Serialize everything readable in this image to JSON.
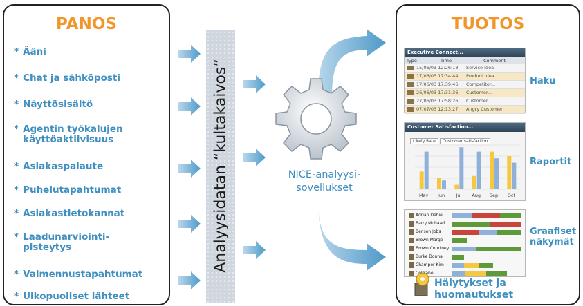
{
  "input_box": {
    "title": "PANOS",
    "items": [
      {
        "star": "*",
        "label": "Ääni"
      },
      {
        "star": "*",
        "label": "Chat ja sähköposti"
      },
      {
        "star": "*",
        "label": "Näyttösisältö"
      },
      {
        "star": "*",
        "label": "Agentin työkalujen käyttöaktiivisuus"
      },
      {
        "star": "*",
        "label": "Asiakaspalaute"
      },
      {
        "star": "*",
        "label": "Puhelutapahtumat"
      },
      {
        "star": "*",
        "label": "Asiakastietokannat"
      },
      {
        "star": "*",
        "label": "Laadunarviointi-pisteytys"
      },
      {
        "star": "*",
        "label": "Valmennustapahtumat"
      },
      {
        "star": "*",
        "label": "Ulkopuoliset lähteet"
      }
    ]
  },
  "middle": {
    "column_text": "Analyysidatan “kultakaivos”",
    "caption_line1": "NICE-analyysi-",
    "caption_line2": "sovellukset"
  },
  "output_box": {
    "title": "TUOTOS",
    "labels": {
      "search": "Haku",
      "reports": "Raportit",
      "graph_line1": "Graafiset",
      "graph_line2": "näkymät",
      "alerts_line1": "Hälytykset ja",
      "alerts_line2": "huomautukset"
    },
    "search_panel": {
      "title": "Executive Connect...",
      "columns": [
        "Type",
        "Time",
        "Comment"
      ],
      "rows": [
        {
          "time": "15/06/03 12:26:18",
          "comment": "Service Idea"
        },
        {
          "time": "17/06/03 17:34:44",
          "comment": "Product Idea"
        },
        {
          "time": "17/06/03 17:39:46",
          "comment": "Competitor..."
        },
        {
          "time": "26/06/03 17:31:36",
          "comment": "Customer..."
        },
        {
          "time": "27/06/03 17:58:26",
          "comment": "Customer..."
        },
        {
          "time": "07/07/03 12:13:27",
          "comment": "Angry Customer"
        }
      ]
    },
    "report_panel": {
      "title": "Customer Satisfaction...",
      "legend": [
        "Likely Rate",
        "Customer satisfaction"
      ]
    },
    "graph_panel": {
      "names": [
        "Adrian Debie",
        "Barry Muhaad",
        "Benson Jobs",
        "Brown Marge",
        "Brown Courtney",
        "Burke Donna",
        "Champer Kim",
        "Coltrane"
      ]
    }
  },
  "chart_data": {
    "type": "bar",
    "categories": [
      "May",
      "Jun",
      "Jul",
      "Aug",
      "Sep",
      "Oct"
    ],
    "series": [
      {
        "name": "Likely Rate",
        "values": [
          40,
          25,
          10,
          30,
          85,
          75
        ]
      },
      {
        "name": "Customer satisfaction",
        "values": [
          85,
          20,
          95,
          85,
          70,
          60
        ]
      }
    ],
    "ylim": [
      0,
      100
    ]
  },
  "colors": {
    "accent_orange": "#f0962a",
    "text_blue": "#3f8fc0",
    "arrow_blue": "#5aa3cc",
    "bar_yellow": "#f5c842",
    "bar_blue": "#8fb0d8",
    "seg_green": "#5e9a3a",
    "seg_red": "#c8453b",
    "seg_blue": "#8fb0d8"
  }
}
